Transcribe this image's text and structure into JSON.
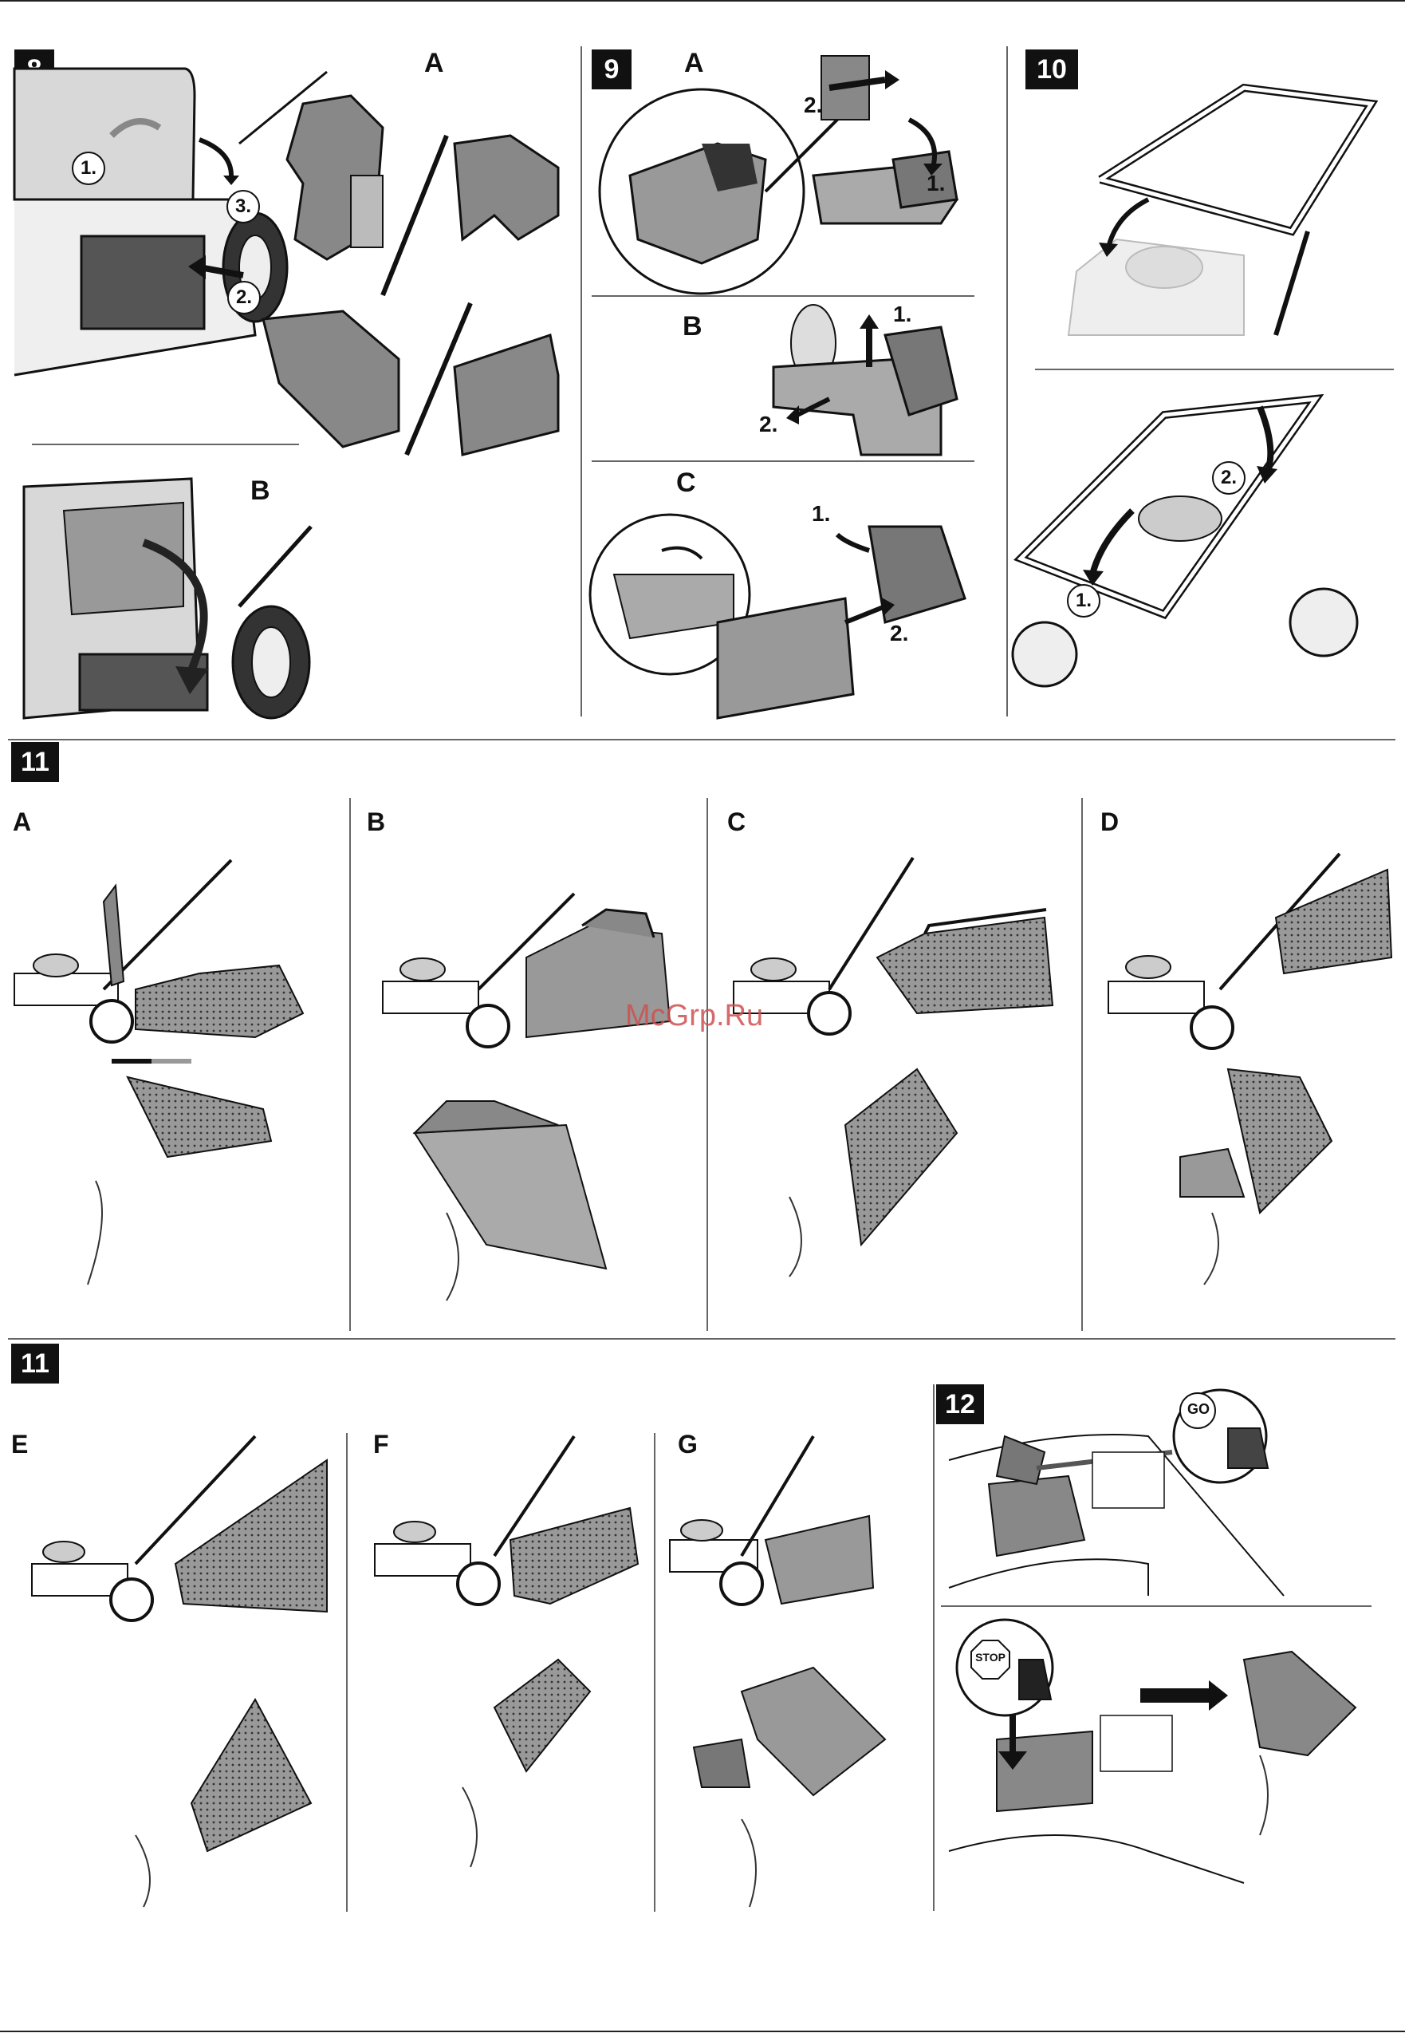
{
  "watermark": "McGrp.Ru",
  "colors": {
    "ink": "#111111",
    "mid_gray": "#8a8a8a",
    "light_gray": "#c8c8c8",
    "dark_gray": "#555555",
    "watermark": "#d05050"
  },
  "figures": {
    "fig8": {
      "number": "8",
      "panels": {
        "a": "A",
        "b": "B"
      },
      "steps": {
        "s1": "1.",
        "s2": "2.",
        "s3": "3."
      }
    },
    "fig9": {
      "number": "9",
      "panels": {
        "a": "A",
        "b": "B",
        "c": "C"
      },
      "a_steps": {
        "s1": "1.",
        "s2": "2."
      },
      "b_steps": {
        "s1": "1.",
        "s2": "2."
      },
      "c_steps": {
        "s1": "1.",
        "s2": "2."
      }
    },
    "fig10": {
      "number": "10",
      "steps": {
        "s1": "1.",
        "s2": "2."
      }
    },
    "fig11_top": {
      "number": "11",
      "panels": {
        "a": "A",
        "b": "B",
        "c": "C",
        "d": "D"
      }
    },
    "fig11_bottom": {
      "number": "11",
      "panels": {
        "e": "E",
        "f": "F",
        "g": "G"
      }
    },
    "fig12": {
      "number": "12",
      "go_label": "GO",
      "stop_label": "STOP"
    }
  }
}
